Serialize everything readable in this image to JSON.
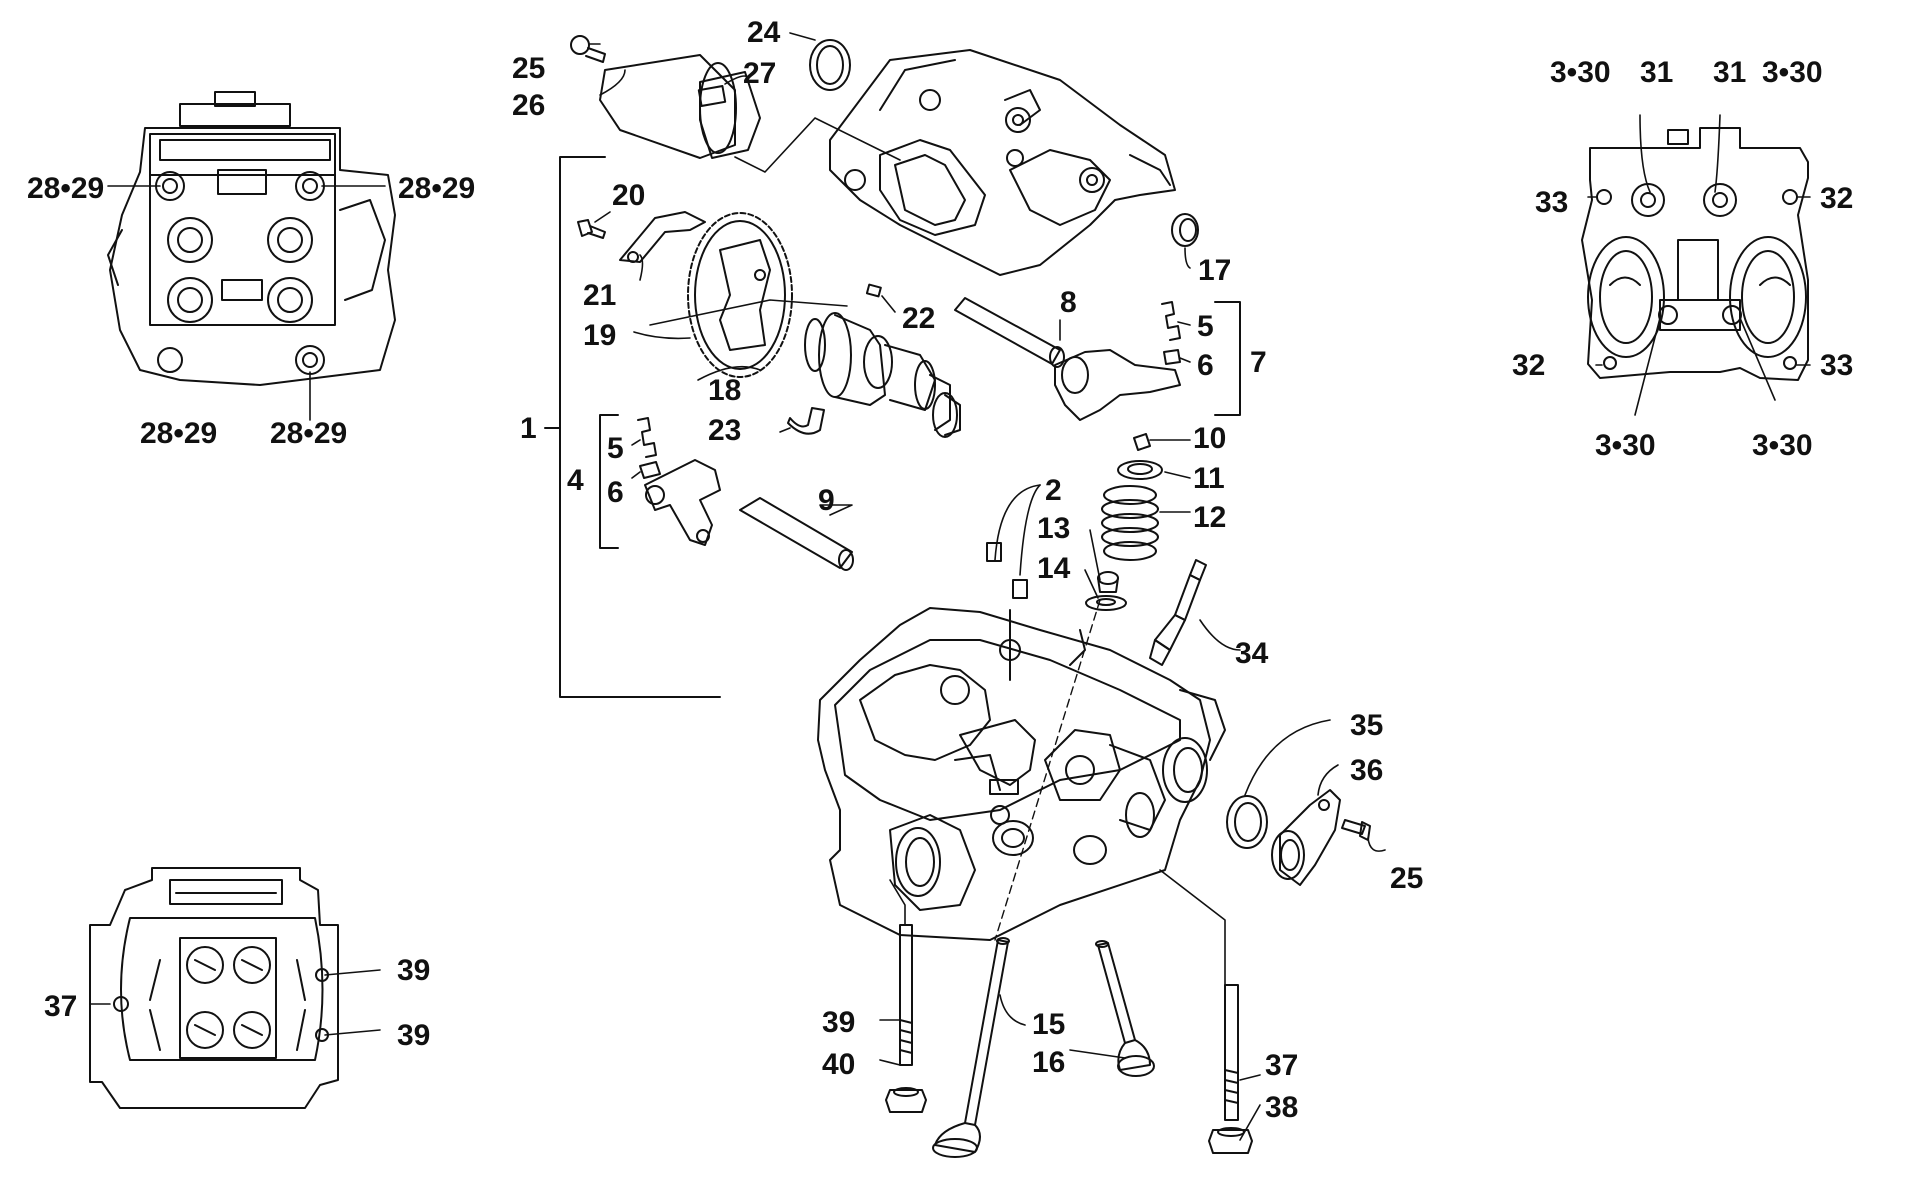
{
  "diagram": {
    "type": "exploded-parts-diagram",
    "line_color": "#111111",
    "background": "#ffffff",
    "callouts": [
      {
        "id": "c1",
        "text": "1"
      },
      {
        "id": "c2",
        "text": "2"
      },
      {
        "id": "c3-30-tl",
        "text": "3•30"
      },
      {
        "id": "c31-l",
        "text": "31"
      },
      {
        "id": "c31-r",
        "text": "31"
      },
      {
        "id": "c3-30-tr",
        "text": "3•30"
      },
      {
        "id": "c33-l",
        "text": "33"
      },
      {
        "id": "c32-r",
        "text": "32"
      },
      {
        "id": "c32-l",
        "text": "32"
      },
      {
        "id": "c33-r",
        "text": "33"
      },
      {
        "id": "c3-30-bl",
        "text": "3•30"
      },
      {
        "id": "c3-30-br",
        "text": "3•30"
      },
      {
        "id": "c4",
        "text": "4"
      },
      {
        "id": "c5-l",
        "text": "5"
      },
      {
        "id": "c6-l",
        "text": "6"
      },
      {
        "id": "c5-r",
        "text": "5"
      },
      {
        "id": "c6-r",
        "text": "6"
      },
      {
        "id": "c7",
        "text": "7"
      },
      {
        "id": "c8",
        "text": "8"
      },
      {
        "id": "c9",
        "text": "9"
      },
      {
        "id": "c10",
        "text": "10"
      },
      {
        "id": "c11",
        "text": "11"
      },
      {
        "id": "c12",
        "text": "12"
      },
      {
        "id": "c13",
        "text": "13"
      },
      {
        "id": "c14",
        "text": "14"
      },
      {
        "id": "c15",
        "text": "15"
      },
      {
        "id": "c16",
        "text": "16"
      },
      {
        "id": "c17",
        "text": "17"
      },
      {
        "id": "c18",
        "text": "18"
      },
      {
        "id": "c19",
        "text": "19"
      },
      {
        "id": "c20",
        "text": "20"
      },
      {
        "id": "c21",
        "text": "21"
      },
      {
        "id": "c22",
        "text": "22"
      },
      {
        "id": "c23",
        "text": "23"
      },
      {
        "id": "c24",
        "text": "24"
      },
      {
        "id": "c25-t",
        "text": "25"
      },
      {
        "id": "c26",
        "text": "26"
      },
      {
        "id": "c27",
        "text": "27"
      },
      {
        "id": "c25-b",
        "text": "25"
      },
      {
        "id": "c28-29-tl",
        "text": "28•29"
      },
      {
        "id": "c28-29-tr",
        "text": "28•29"
      },
      {
        "id": "c28-29-bl",
        "text": "28•29"
      },
      {
        "id": "c28-29-br",
        "text": "28•29"
      },
      {
        "id": "c34",
        "text": "34"
      },
      {
        "id": "c35",
        "text": "35"
      },
      {
        "id": "c36",
        "text": "36"
      },
      {
        "id": "c37-l",
        "text": "37"
      },
      {
        "id": "c39-t",
        "text": "39"
      },
      {
        "id": "c39-b",
        "text": "39"
      },
      {
        "id": "c37-r",
        "text": "37"
      },
      {
        "id": "c38",
        "text": "38"
      },
      {
        "id": "c39-m",
        "text": "39"
      },
      {
        "id": "c40",
        "text": "40"
      }
    ]
  }
}
